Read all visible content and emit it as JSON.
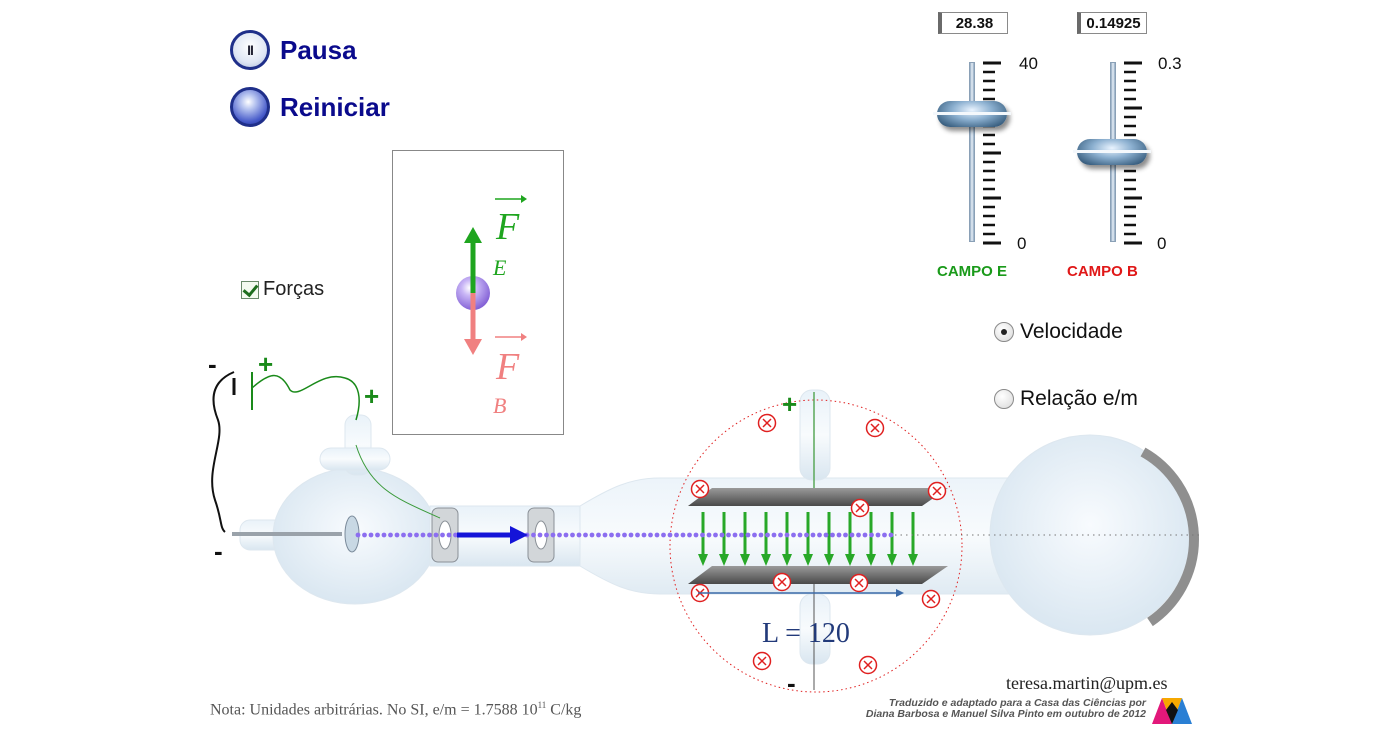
{
  "controls": {
    "pause_label": "Pausa",
    "pause_glyph": "II",
    "restart_label": "Reiniciar"
  },
  "forces_checkbox": {
    "label": "Forças",
    "checked": true
  },
  "force_panel": {
    "fe_symbol": "F",
    "fe_subscript": "E",
    "fb_symbol": "F",
    "fb_subscript": "B",
    "fe_color": "#1fa51f",
    "fb_color": "#f08080",
    "particle_color": "#a58be8"
  },
  "sliders": {
    "e_field": {
      "value": "28.38",
      "max_label": "40",
      "min_label": "0",
      "label": "CAMPO E",
      "label_color": "#1a9a1a",
      "level": 0.7095
    },
    "b_field": {
      "value": "0.14925",
      "max_label": "0.3",
      "min_label": "0",
      "label": "CAMPO B",
      "label_color": "#e01818",
      "level": 0.4975
    }
  },
  "mode_options": [
    {
      "label": "Velocidade",
      "selected": true
    },
    {
      "label": "Relação e/m",
      "selected": false
    }
  ],
  "apparatus": {
    "battery_minus": "-",
    "battery_plus": "+",
    "anode_plus": "+",
    "cathode_minus": "-",
    "plate_top_plus": "+",
    "plate_bottom_minus": "-",
    "length_label": "L = 120",
    "e_field_color": "#28a828",
    "beam_color": "#8c6ef0",
    "velocity_arrow_color": "#1414d8",
    "b_symbol_color": "#e02020"
  },
  "footer": {
    "note_prefix": "Nota: Unidades arbitrárias. No SI, e/m = 1.7588 10",
    "note_exponent": "11",
    "note_unit": " C/kg",
    "email": "teresa.martin@upm.es",
    "credit_line1": "Traduzido e adaptado para a Casa das Ciências por",
    "credit_line2": "Diana Barbosa e Manuel Silva Pinto em outubro de 2012"
  }
}
